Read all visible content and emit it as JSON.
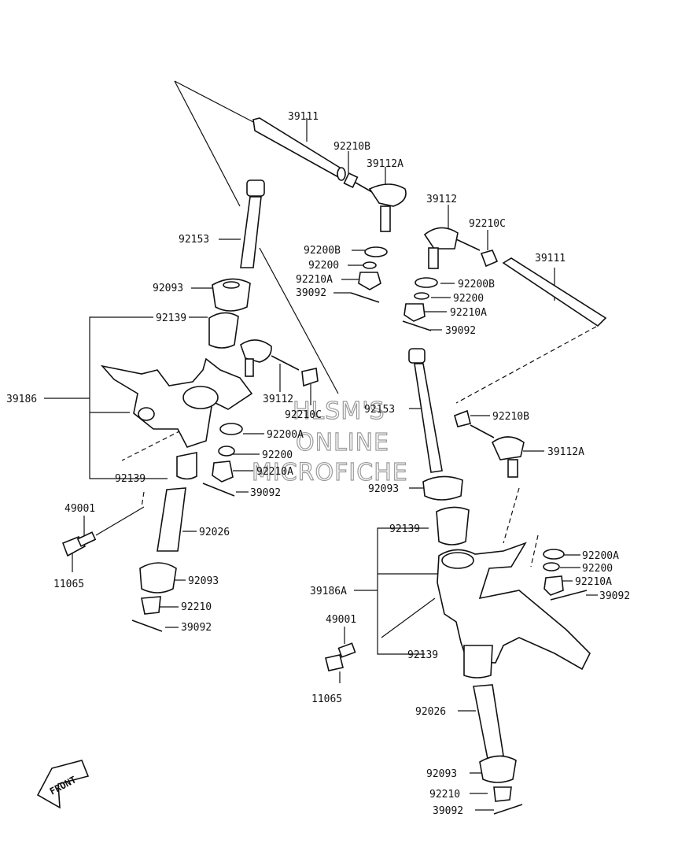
{
  "labels": {
    "l_39111_top": "39111",
    "l_92210B_top": "92210B",
    "l_39112A_top": "39112A",
    "l_92153_left": "92153",
    "l_92200B_top": "92200B",
    "l_92200_top": "92200",
    "l_92210A_top": "92210A",
    "l_39092_top": "39092",
    "l_92093_left": "92093",
    "l_92139_left_top": "92139",
    "l_39186": "39186",
    "l_39112_mid": "39112",
    "l_92210C_mid": "92210C",
    "l_92200A_left": "92200A",
    "l_92200_left": "92200",
    "l_92210A_left": "92210A",
    "l_92139_left_bot": "92139",
    "l_39092_left": "39092",
    "l_49001_left": "49001",
    "l_92026_left": "92026",
    "l_11065_left": "11065",
    "l_92093_left_bot": "92093",
    "l_92210_left": "92210",
    "l_39092_left_bot": "39092",
    "l_39112_right": "39112",
    "l_92210C_right": "92210C",
    "l_39111_right": "39111",
    "l_92200B_right": "92200B",
    "l_92200_right": "92200",
    "l_92210A_right": "92210A",
    "l_39092_right": "39092",
    "l_92153_right": "92153",
    "l_92210B_right": "92210B",
    "l_39112A_right": "39112A",
    "l_92093_right": "92093",
    "l_92139_right_top": "92139",
    "l_92200A_right": "92200A",
    "l_92200_right2": "92200",
    "l_92210A_right2": "92210A",
    "l_39186A": "39186A",
    "l_39092_right2": "39092",
    "l_49001_right": "49001",
    "l_92139_right_bot": "92139",
    "l_11065_right": "11065",
    "l_92026_right": "92026",
    "l_92093_right_bot": "92093",
    "l_92210_right": "92210",
    "l_39092_right_bot": "39092"
  },
  "watermark": [
    "HLSM'S",
    "ONLINE",
    "MICROFICHE"
  ],
  "front_label": "FRONT"
}
